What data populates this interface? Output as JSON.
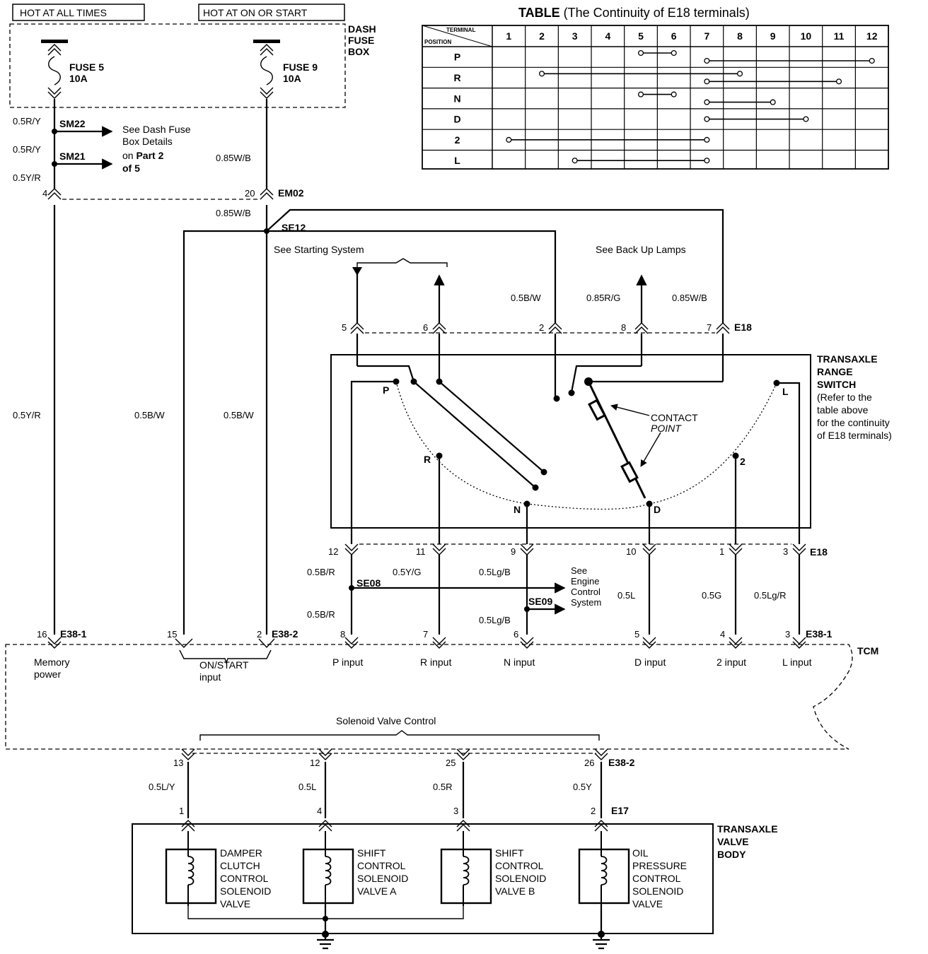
{
  "header": {
    "hot_always": "HOT AT ALL TIMES",
    "hot_on_start": "HOT AT ON OR START",
    "dash_fuse_box": [
      "DASH",
      "FUSE",
      "BOX"
    ]
  },
  "fuses": {
    "fuse5": [
      "FUSE 5",
      "10A"
    ],
    "fuse9": [
      "FUSE 9",
      "10A"
    ]
  },
  "table": {
    "title_bold": "TABLE",
    "title_rest": " (The Continuity of E18 terminals)",
    "corner_terminal": "TERMINAL",
    "corner_position": "POSITION",
    "terminals": [
      "1",
      "2",
      "3",
      "4",
      "5",
      "6",
      "7",
      "8",
      "9",
      "10",
      "11",
      "12"
    ],
    "rows": [
      {
        "position": "P",
        "links": [
          [
            5,
            6
          ],
          [
            7,
            12
          ]
        ]
      },
      {
        "position": "R",
        "links": [
          [
            2,
            8
          ],
          [
            7,
            11
          ]
        ]
      },
      {
        "position": "N",
        "links": [
          [
            5,
            6
          ],
          [
            7,
            9
          ]
        ]
      },
      {
        "position": "D",
        "links": [
          [
            7,
            10
          ]
        ]
      },
      {
        "position": "2",
        "links": [
          [
            1,
            7
          ]
        ]
      },
      {
        "position": "L",
        "links": [
          [
            3,
            7
          ]
        ]
      }
    ]
  },
  "left_side": {
    "w_05ry_1": "0.5R/Y",
    "sm22": "SM22",
    "w_05ry_2": "0.5R/Y",
    "sm21": "SM21",
    "w_05yr_top": "0.5Y/R",
    "see_dash": [
      "See Dash Fuse",
      "Box Details"
    ],
    "on_part": "on ",
    "part2": "Part 2",
    "of5": "of 5",
    "w_085wb_1": "0.85W/B",
    "pin4": "4",
    "pin20": "20",
    "em02": "EM02",
    "w_085wb_2": "0.85W/B",
    "se12": "SE12",
    "w_05yr_mid": "0.5Y/R",
    "w_05bw_1": "0.5B/W",
    "w_05bw_2": "0.5B/W"
  },
  "e18_top": {
    "see_starting": "See Starting System",
    "see_backup": "See Back Up Lamps",
    "w_05bw": "0.5B/W",
    "w_085rg": "0.85R/G",
    "w_085wb": "0.85W/B",
    "pins": [
      "5",
      "6",
      "2",
      "8",
      "7"
    ],
    "connector": "E18"
  },
  "range_switch": {
    "title": [
      "TRANSAXLE",
      "RANGE",
      "SWITCH"
    ],
    "note": [
      "(Refer to the",
      "table above",
      "for the continuity",
      "of E18 terminals)"
    ],
    "contact": "CONTACT",
    "point": "POINT",
    "positions": {
      "P": "P",
      "R": "R",
      "N": "N",
      "D": "D",
      "two": "2",
      "L": "L"
    }
  },
  "e18_bottom": {
    "pins": [
      "12",
      "11",
      "9",
      "10",
      "1",
      "3"
    ],
    "connector": "E18",
    "w_05br_1": "0.5B/R",
    "w_05yg": "0.5Y/G",
    "w_05lgb_1": "0.5Lg/B",
    "see_engine": [
      "See",
      "Engine",
      "Control",
      "System"
    ],
    "se08": "SE08",
    "se09": "SE09",
    "w_05br_2": "0.5B/R",
    "w_05lgb_2": "0.5Lg/B",
    "w_05l": "0.5L",
    "w_05g": "0.5G",
    "w_05lgr": "0.5Lg/R"
  },
  "tcm": {
    "pin16": "16",
    "e38_1_left": "E38-1",
    "pin15": "15",
    "pin2": "2",
    "e38_2_top": "E38-2",
    "pins_inputs": [
      "8",
      "7",
      "6",
      "5",
      "4",
      "3"
    ],
    "e38_1_right": "E38-1",
    "tcm_label": "TCM",
    "memory": [
      "Memory",
      "power"
    ],
    "onstart": [
      "ON/START",
      "input"
    ],
    "inputs": [
      "P input",
      "R input",
      "N input",
      "D input",
      "2 input",
      "L input"
    ],
    "solenoid_ctrl": "Solenoid Valve Control"
  },
  "e38_2_bottom": {
    "pins": [
      "13",
      "12",
      "25",
      "26"
    ],
    "connector": "E38-2",
    "wires": [
      "0.5L/Y",
      "0.5L",
      "0.5R",
      "0.5Y"
    ]
  },
  "e17": {
    "pins": [
      "1",
      "4",
      "3",
      "2"
    ],
    "connector": "E17"
  },
  "valve_body": {
    "title": [
      "TRANSAXLE",
      "VALVE",
      "BODY"
    ],
    "damper": [
      "DAMPER",
      "CLUTCH",
      "CONTROL",
      "SOLENOID",
      "VALVE"
    ],
    "shift_a": [
      "SHIFT",
      "CONTROL",
      "SOLENOID",
      "VALVE A"
    ],
    "shift_b": [
      "SHIFT",
      "CONTROL",
      "SOLENOID",
      "VALVE B"
    ],
    "oil": [
      "OIL",
      "PRESSURE",
      "CONTROL",
      "SOLENOID",
      "VALVE"
    ]
  }
}
